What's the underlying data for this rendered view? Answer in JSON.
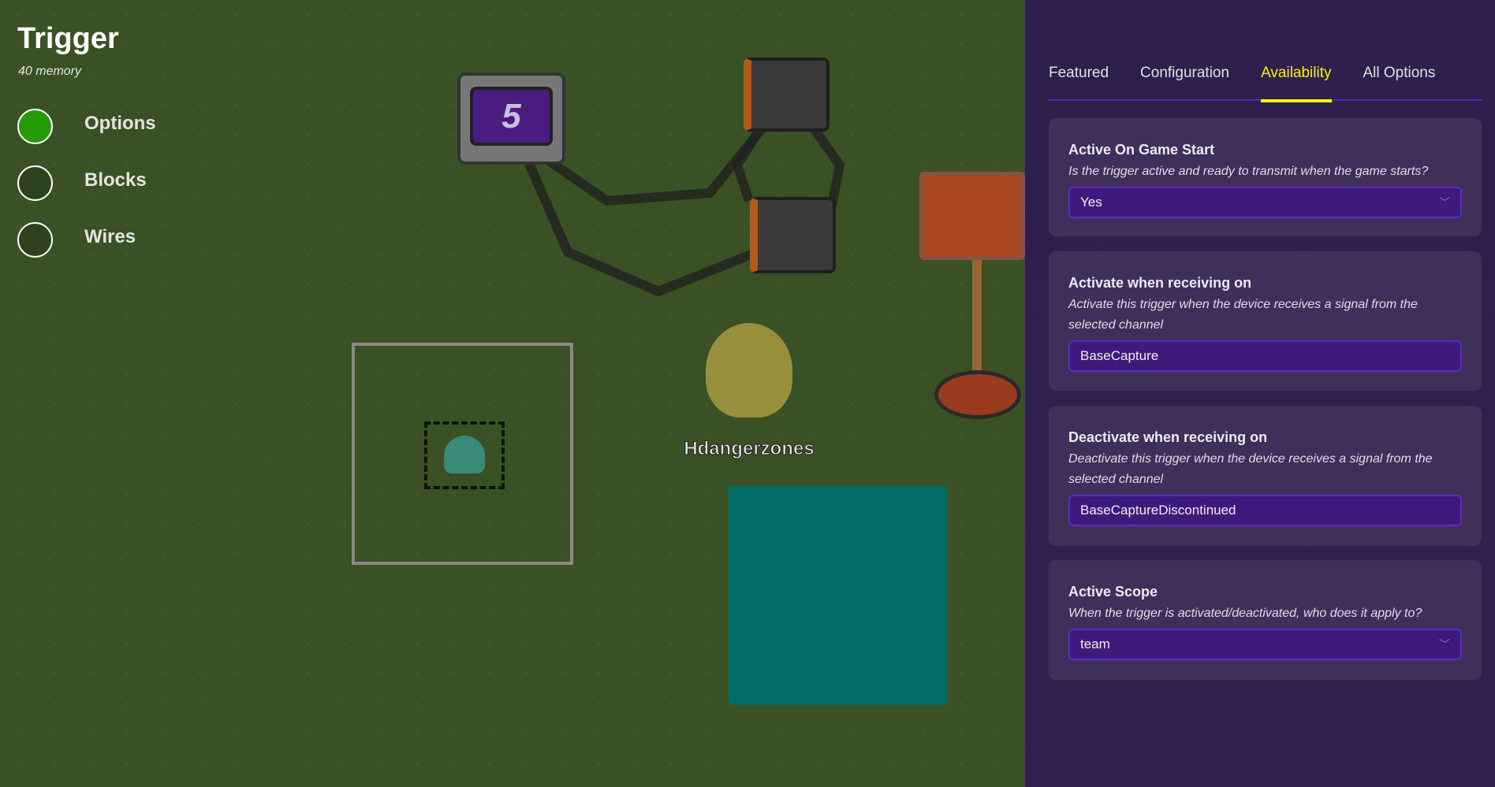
{
  "device": {
    "title": "Trigger",
    "memory": "40 memory"
  },
  "modes": [
    {
      "label": "Options",
      "active": true
    },
    {
      "label": "Blocks",
      "active": false
    },
    {
      "label": "Wires",
      "active": false
    }
  ],
  "game": {
    "counter_value": "5",
    "player_name": "Hdangerzones"
  },
  "tabs": [
    {
      "label": "Featured"
    },
    {
      "label": "Configuration"
    },
    {
      "label": "Availability",
      "active": true
    },
    {
      "label": "All Options"
    }
  ],
  "settings": [
    {
      "title": "Active On Game Start",
      "desc": "Is the trigger active and ready to transmit when the game starts?",
      "value": "Yes",
      "type": "select"
    },
    {
      "title": "Activate when receiving on",
      "desc": "Activate this trigger when the device receives a signal from the selected channel",
      "value": "BaseCapture",
      "type": "text"
    },
    {
      "title": "Deactivate when receiving on",
      "desc": "Deactivate this trigger when the device receives a signal from the selected channel",
      "value": "BaseCaptureDiscontinued",
      "type": "text"
    },
    {
      "title": "Active Scope",
      "desc": "When the trigger is activated/deactivated, who does it apply to?",
      "value": "team",
      "type": "select"
    }
  ],
  "colors": {
    "accent": "#f7f500",
    "field": "#3f1a7d",
    "panel": "#2e1f4c",
    "grass": "#3a5025"
  }
}
